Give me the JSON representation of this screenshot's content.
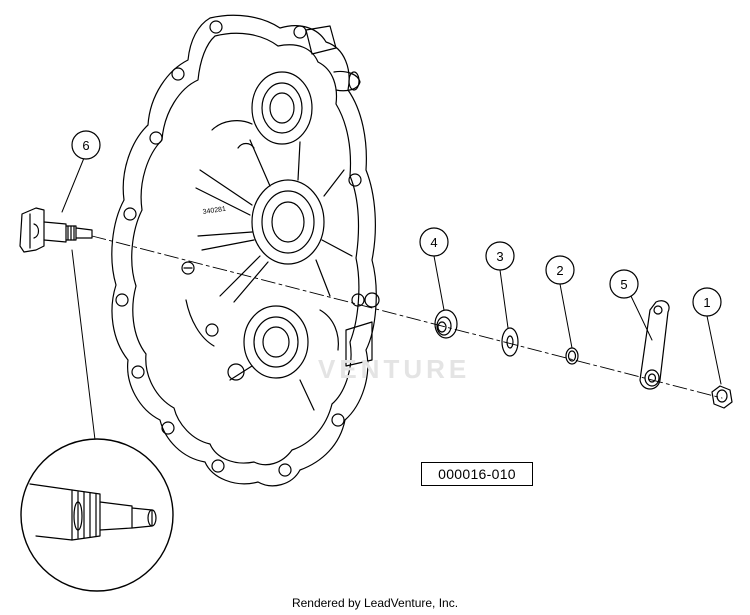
{
  "callouts": [
    {
      "number": "1"
    },
    {
      "number": "2"
    },
    {
      "number": "3"
    },
    {
      "number": "4"
    },
    {
      "number": "5"
    },
    {
      "number": "6"
    }
  ],
  "housing_part_number": "340281",
  "drawing_number": "000016-010",
  "watermark_text": "VENTURE",
  "credit_text": "Rendered by LeadVenture, Inc.",
  "colors": {
    "line": "#000000",
    "background": "#ffffff",
    "watermark": "#e4e4e4"
  }
}
